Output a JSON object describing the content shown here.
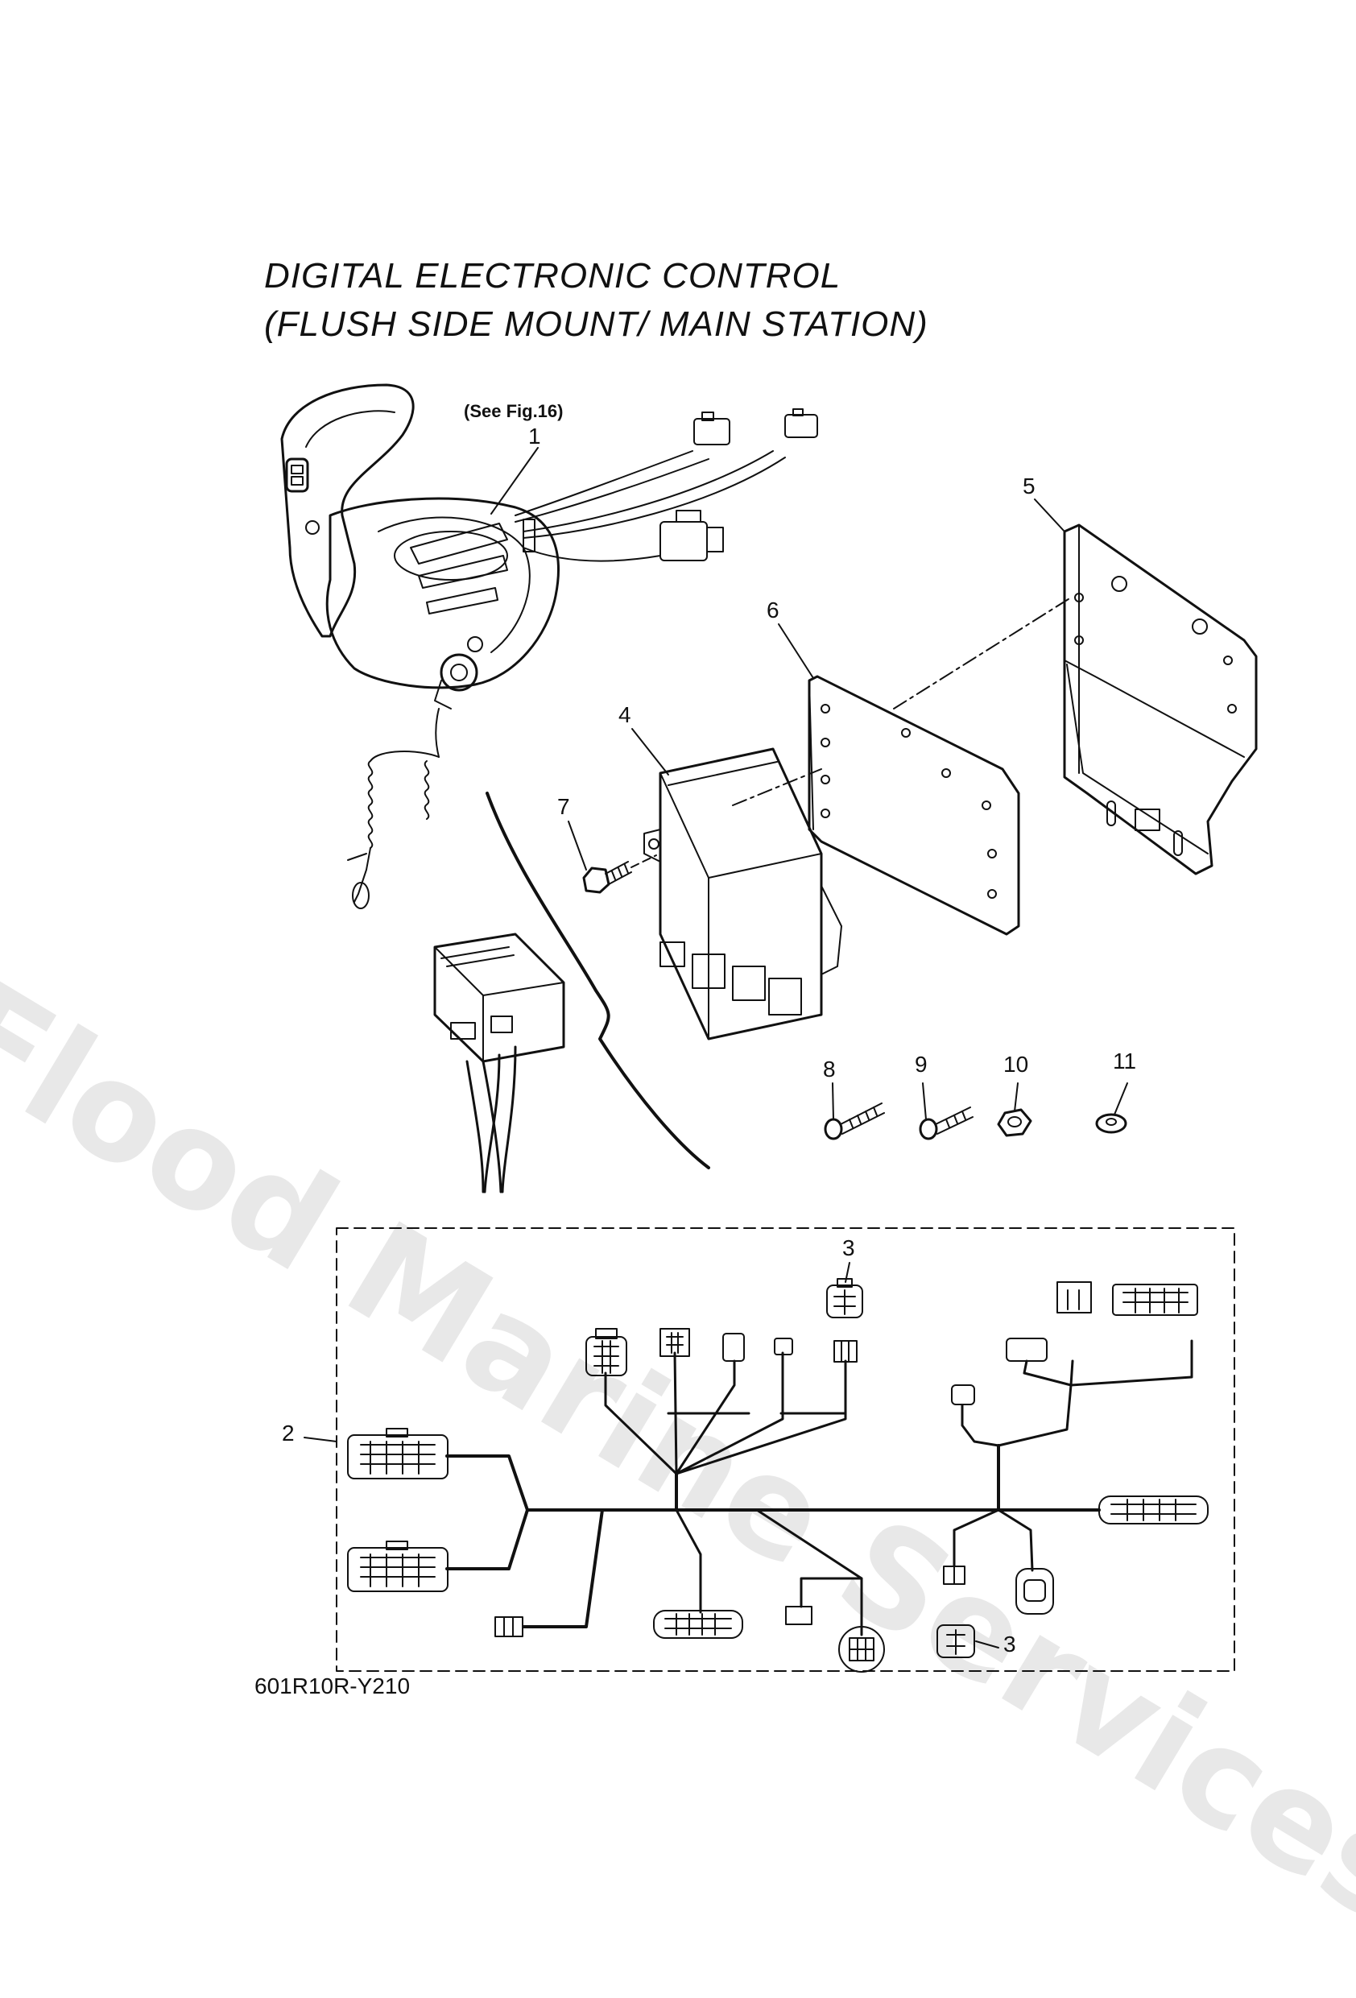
{
  "title": {
    "line1": "DIGITAL ELECTRONIC CONTROL",
    "line2": "(FLUSH SIDE MOUNT/ MAIN STATION)"
  },
  "reference_note": "(See Fig.16)",
  "diagram_code": "601R10R-Y210",
  "watermark": "Flood Marine Services",
  "callouts": {
    "c1": "1",
    "c2": "2",
    "c3a": "3",
    "c3b": "3",
    "c4": "4",
    "c5": "5",
    "c6": "6",
    "c7": "7",
    "c8": "8",
    "c9": "9",
    "c10": "10",
    "c11": "11"
  },
  "colors": {
    "line": "#111111",
    "watermark": "#969696"
  }
}
